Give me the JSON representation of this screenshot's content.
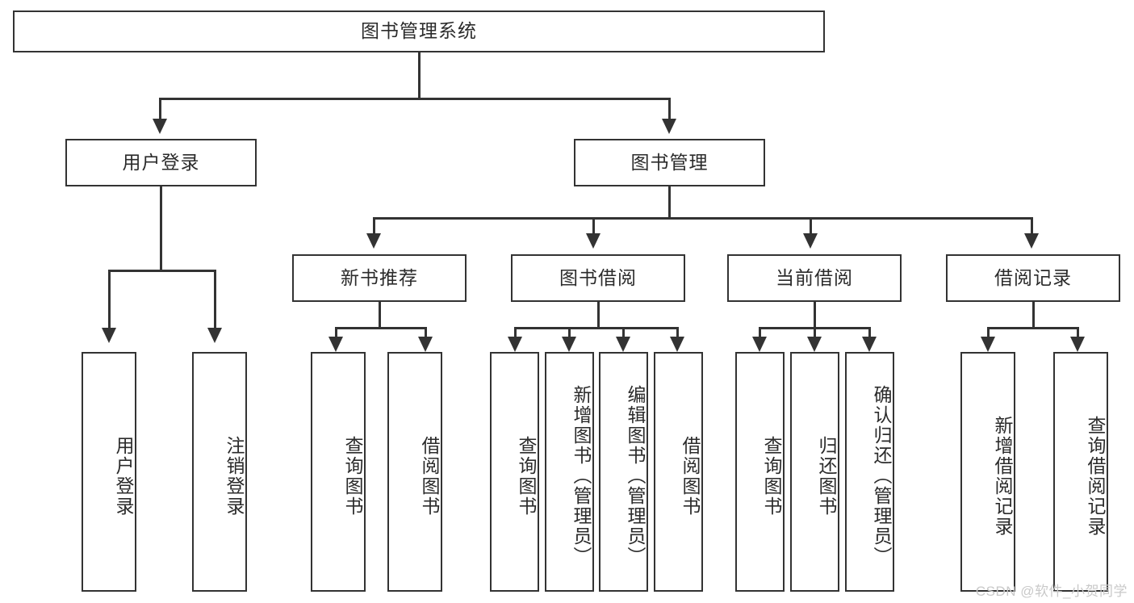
{
  "diagram": {
    "title": "图书管理系统",
    "root": {
      "label": "图书管理系统"
    },
    "level2": [
      {
        "label": "用户登录"
      },
      {
        "label": "图书管理"
      }
    ],
    "level3": [
      {
        "label": "新书推荐"
      },
      {
        "label": "图书借阅"
      },
      {
        "label": "当前借阅"
      },
      {
        "label": "借阅记录"
      }
    ],
    "leaves": {
      "user_login": [
        {
          "label": "用户登录"
        },
        {
          "label": "注销登录"
        }
      ],
      "new_book_recommend": [
        {
          "label": "查询图书"
        },
        {
          "label": "借阅图书"
        }
      ],
      "book_borrow": [
        {
          "label": "查询图书"
        },
        {
          "label": "新增图书（管理员）"
        },
        {
          "label": "编辑图书（管理员）"
        },
        {
          "label": "借阅图书"
        }
      ],
      "current_borrow": [
        {
          "label": "查询图书"
        },
        {
          "label": "归还图书"
        },
        {
          "label": "确认归还（管理员）"
        }
      ],
      "borrow_record": [
        {
          "label": "新增借阅记录"
        },
        {
          "label": "查询借阅记录"
        }
      ]
    }
  },
  "watermark": {
    "text": "CSDN @软件_小贺同学"
  },
  "colors": {
    "stroke": "#333333",
    "background": "#ffffff",
    "text": "#2b2b2b",
    "watermark": "#c9c9c9"
  }
}
